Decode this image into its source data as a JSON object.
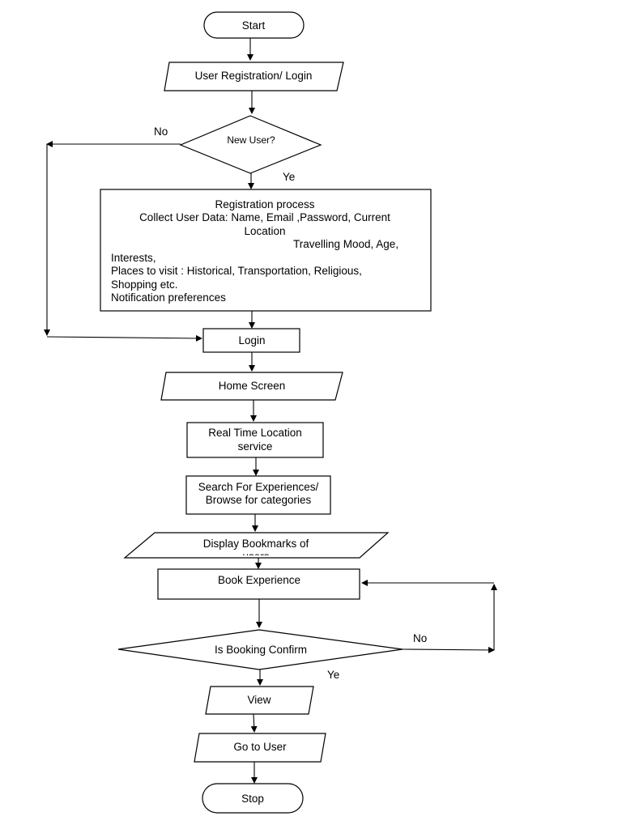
{
  "flowchart": {
    "start": "Start",
    "user_registration": "User Registration/ Login",
    "new_user": "New User?",
    "no_label_1": "No",
    "yes_label_1": "Ye",
    "registration": {
      "line1": "Registration process",
      "line2": "Collect User Data: Name, Email ,Password, Current",
      "line3": "Location",
      "line4": "Travelling Mood, Age,",
      "line5": "Interests,",
      "line6": "Places to visit : Historical, Transportation, Religious,",
      "line7": "Shopping etc.",
      "line8": "Notification preferences"
    },
    "login": "Login",
    "home_screen": "Home Screen",
    "real_time_1": "Real Time Location",
    "real_time_2": "service",
    "search_1": "Search For Experiences/",
    "search_2": "Browse for categories",
    "display_bookmarks": "Display Bookmarks of",
    "display_bookmarks_cut": "users",
    "book_experience": "Book Experience",
    "is_booking_confirm": "Is Booking Confirm",
    "no_label_2": "No",
    "yes_label_2": "Ye",
    "view": "View",
    "go_to_user": "Go to User",
    "stop": "Stop"
  }
}
